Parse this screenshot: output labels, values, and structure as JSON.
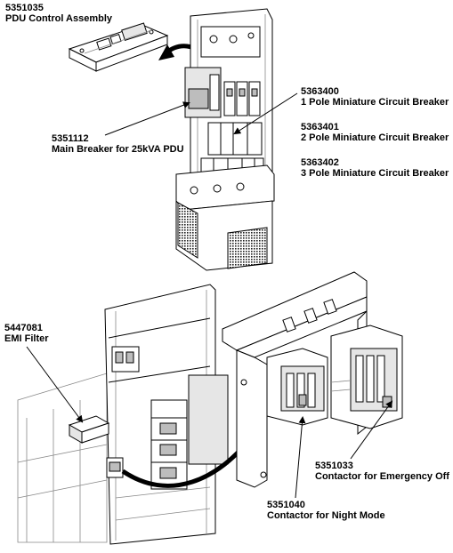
{
  "callouts": {
    "pdu_control": {
      "part": "5351035",
      "desc": "PDU Control Assembly"
    },
    "main_breaker": {
      "part": "5351112",
      "desc": "Main Breaker for 25kVA PDU"
    },
    "mcb_1pole": {
      "part": "5363400",
      "desc": "1 Pole Miniature Circuit Breaker"
    },
    "mcb_2pole": {
      "part": "5363401",
      "desc": "2 Pole Miniature Circuit Breaker"
    },
    "mcb_3pole": {
      "part": "5363402",
      "desc": "3 Pole Miniature Circuit Breaker"
    },
    "emi_filter": {
      "part": "5447081",
      "desc": "EMI Filter"
    },
    "contactor_emergency": {
      "part": "5351033",
      "desc": "Contactor for Emergency Off"
    },
    "contactor_night": {
      "part": "5351040",
      "desc": "Contactor for Night Mode"
    }
  }
}
